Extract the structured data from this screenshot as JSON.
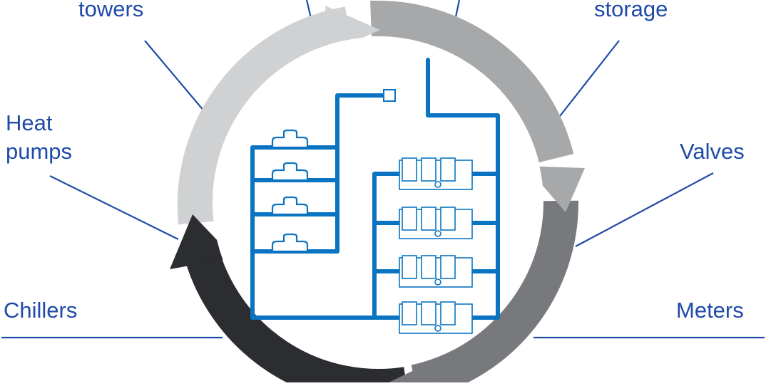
{
  "labels": {
    "cooling_towers": "towers",
    "thermal_storage": "storage",
    "heat_pumps_line1": "Heat",
    "heat_pumps_line2": "pumps",
    "valves": "Valves",
    "chillers": "Chillers",
    "meters": "Meters"
  },
  "colors": {
    "label_text": "#1f4aa8",
    "leader_lines": "#1f4aa8",
    "pipe": "#0a74c2",
    "arrow_light": "#cfd1d3",
    "arrow_mid": "#a6a8aa",
    "arrow_gray": "#77797c",
    "arrow_dark": "#2c2d30"
  }
}
